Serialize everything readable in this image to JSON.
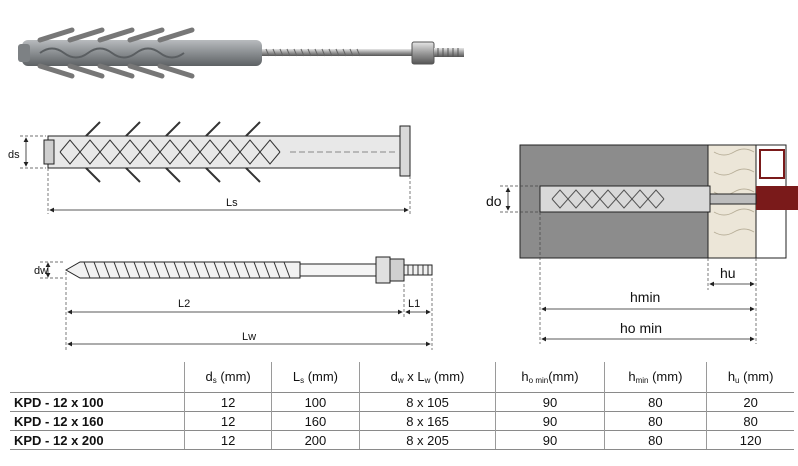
{
  "drawing_labels": {
    "d_s": "ds",
    "L_s": "Ls",
    "d_w": "dw",
    "L2": "L2",
    "L1": "L1",
    "L_w": "Lw",
    "d_o": "do",
    "h_u": "hu",
    "h_min": "hmin",
    "h_o_min": "ho min"
  },
  "table": {
    "headers": [
      {
        "main": "",
        "sub": "",
        "unit": ""
      },
      {
        "main": "d",
        "sub": "s",
        "unit": "(mm)"
      },
      {
        "main": "L",
        "sub": "s",
        "unit": "(mm)"
      },
      {
        "main": "d",
        "sub": "w",
        "mid": " x L",
        "sub2": "w",
        "unit": "(mm)"
      },
      {
        "main": "h",
        "sub": "o min",
        "unit": "(mm)"
      },
      {
        "main": "h",
        "sub": "min",
        "unit": "(mm)"
      },
      {
        "main": "h",
        "sub": "u",
        "unit": "(mm)"
      }
    ],
    "rows": [
      {
        "model": "KPD - 12 x 100",
        "ds": "12",
        "ls": "100",
        "dwlw": "8 x 105",
        "homin": "90",
        "hmin": "80",
        "hu": "20"
      },
      {
        "model": "KPD - 12 x 160",
        "ds": "12",
        "ls": "160",
        "dwlw": "8 x 165",
        "homin": "90",
        "hmin": "80",
        "hu": "80"
      },
      {
        "model": "KPD - 12 x 200",
        "ds": "12",
        "ls": "200",
        "dwlw": "8 x 205",
        "homin": "90",
        "hmin": "80",
        "hu": "120"
      }
    ]
  },
  "colors": {
    "anchor_body": "#8f9396",
    "concrete": "#8c8c8c",
    "insulation": "#ece6d8",
    "facade_board": "#7a1a1a",
    "line": "#222222"
  }
}
